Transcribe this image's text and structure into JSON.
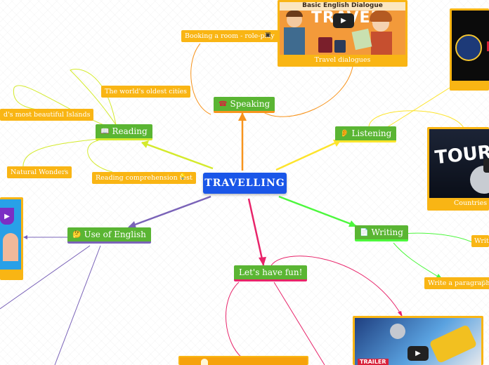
{
  "central": "TRAVELLING",
  "branches": {
    "speaking": {
      "icon": "☎",
      "label": "Speaking"
    },
    "listening": {
      "icon": "👂",
      "label": "Listening"
    },
    "reading": {
      "icon": "📖",
      "label": "Reading"
    },
    "use_of_english": {
      "icon": "🤔",
      "label": "Use of English"
    },
    "writing": {
      "icon": "📄",
      "label": "Writing"
    },
    "fun": {
      "label": "Let's have fun!"
    }
  },
  "subtopics": {
    "booking": "Booking a room - role-play",
    "oldest_cities": "The world's oldest cities",
    "beautiful_islands": "d's most beautiful Islands",
    "natural_wonders": "Natural Wonders",
    "comprehension": "Reading comprehension test",
    "write_paragraph": "Write a paragraph",
    "writing_partial": "Writi"
  },
  "cards": {
    "travel_dialogues": {
      "caption": "Travel dialogues",
      "banner": "Basic English Dialogue",
      "title": "TRAVEL"
    },
    "countries": {
      "caption": "Countries ar",
      "title": "TOUR"
    },
    "trailer": {
      "badge": "TRAILER"
    }
  },
  "icons": {
    "check": "✓",
    "image": "▣",
    "bulb": "💡",
    "play": "▶"
  },
  "colors": {
    "central": "#1a56e8",
    "main_topic": "#5ab533",
    "subtopic": "#f9b514",
    "speaking_line": "#f7941d",
    "reading_line": "#c8e62a",
    "listening_line": "#fde42c",
    "writing_line": "#4df73d",
    "fun_line": "#e8246a",
    "use_of_english_line": "#7a63b8"
  }
}
